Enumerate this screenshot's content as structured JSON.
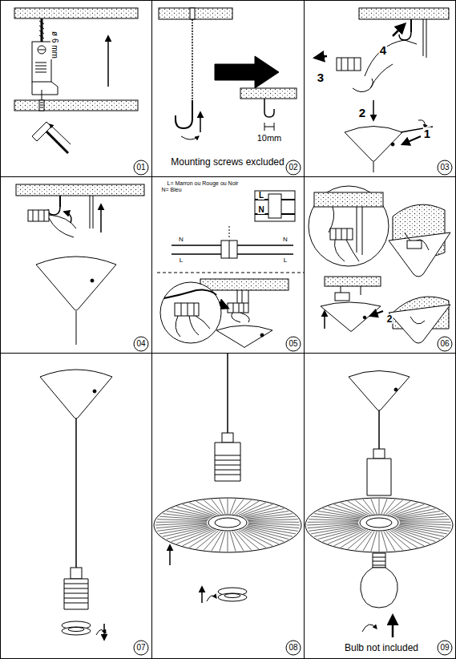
{
  "diagram": {
    "labels": [
      "ø 6 mm",
      "01",
      "10mm",
      "Mounting screws excluded",
      "02",
      "1",
      "2",
      "3",
      "4",
      "03",
      "04",
      "L= Marron ou Rouge ou Noir",
      "N= Bleu",
      "L",
      "N",
      "N",
      "L",
      "N",
      "L",
      "05",
      "2",
      "06",
      "07",
      "08",
      "Bulb not included",
      "09"
    ]
  }
}
